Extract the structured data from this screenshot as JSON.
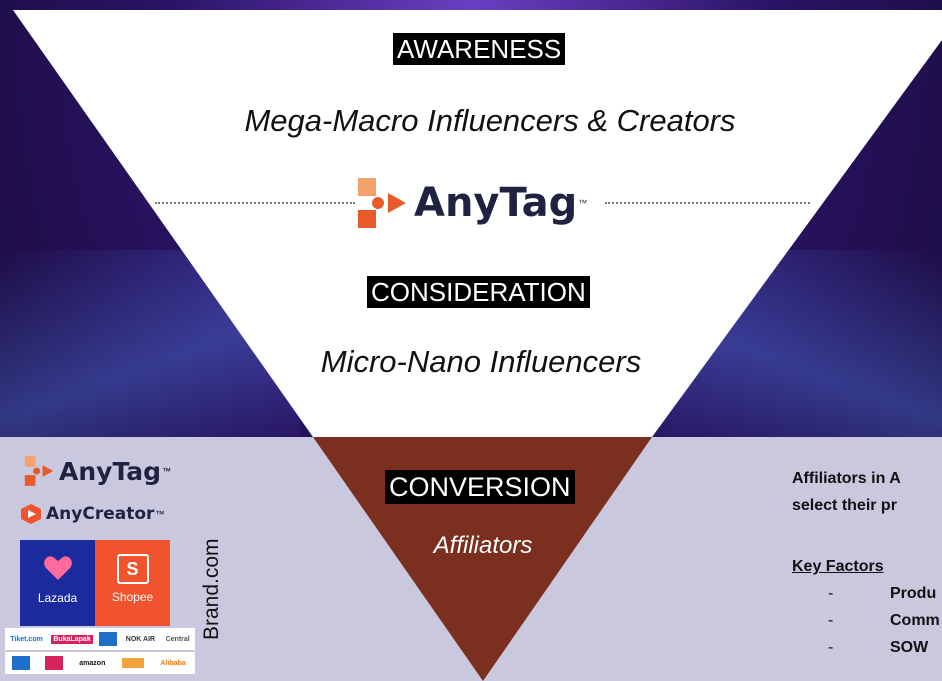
{
  "funnel": {
    "awareness": {
      "label": "AWARENESS",
      "subtitle": "Mega-Macro Influencers & Creators"
    },
    "consideration": {
      "label": "CONSIDERATION",
      "subtitle": "Micro-Nano Influencers"
    },
    "conversion": {
      "label": "CONVERSION",
      "subtitle": "Affiliators"
    }
  },
  "center_logo": {
    "brand": "AnyTag",
    "tm": "™"
  },
  "left_logos": {
    "anytag": "AnyTag",
    "anytag_tm": "™",
    "anycreator": "AnyCreator",
    "anycreator_tm": "™",
    "lazada": "Lazada",
    "shopee": "Shopee",
    "shopee_glyph": "S",
    "brand_site": "Brand.com",
    "partners_row1": [
      "Tiket.com",
      "BukaLapak",
      "",
      "NOK AIR",
      "Central"
    ],
    "partners_row2": [
      "",
      "",
      "amazon",
      "",
      "Alibaba"
    ]
  },
  "right_panel": {
    "line1": "Affiliators in A",
    "line2": "select their pr",
    "key_factors_title": "Key Factors",
    "factors": [
      "Produ",
      "Comm",
      "SOW"
    ],
    "bullet": "-"
  },
  "colors": {
    "funnel_white": "#ffffff",
    "funnel_brown": "#7a2f1f",
    "anytag_orange": "#e95a2a",
    "lazada_blue": "#1b2b9e",
    "shopee_orange": "#f0532d",
    "panel_gray": "#c9c8df"
  }
}
